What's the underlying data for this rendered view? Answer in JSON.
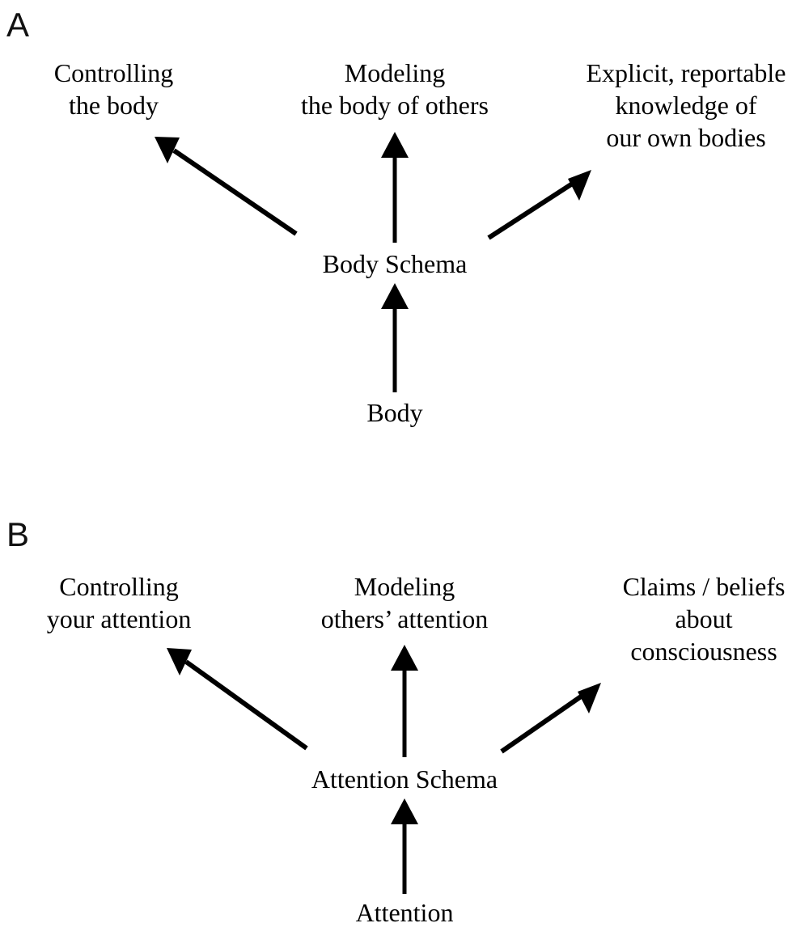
{
  "figure": {
    "background_color": "#ffffff",
    "stroke_color": "#000000",
    "text_color": "#000000"
  },
  "panels": [
    {
      "label": "A",
      "root": "Body",
      "schema": "Body Schema",
      "outputs": [
        "Controlling\nthe body",
        "Modeling\nthe body of others",
        "Explicit, reportable\nknowledge of\nour own bodies"
      ]
    },
    {
      "label": "B",
      "root": "Attention",
      "schema": "Attention Schema",
      "outputs": [
        "Controlling\nyour attention",
        "Modeling\nothers’ attention",
        "Claims / beliefs\nabout\nconsciousness"
      ]
    }
  ],
  "diagram_data": {
    "type": "diagram",
    "title": "Body Schema and Attention Schema analogy",
    "nodes": [
      {
        "id": "a-label",
        "text": "A"
      },
      {
        "id": "a-out-left",
        "text": "Controlling\nthe body"
      },
      {
        "id": "a-out-mid",
        "text": "Modeling\nthe body of others"
      },
      {
        "id": "a-out-right",
        "text": "Explicit, reportable\nknowledge of\nour own bodies"
      },
      {
        "id": "a-schema",
        "text": "Body Schema"
      },
      {
        "id": "a-root",
        "text": "Body"
      },
      {
        "id": "b-label",
        "text": "B"
      },
      {
        "id": "b-out-left",
        "text": "Controlling\nyour attention"
      },
      {
        "id": "b-out-mid",
        "text": "Modeling\nothers’ attention"
      },
      {
        "id": "b-out-right",
        "text": "Claims / beliefs\nabout\nconsciousness"
      },
      {
        "id": "b-schema",
        "text": "Attention Schema"
      },
      {
        "id": "b-root",
        "text": "Attention"
      }
    ],
    "edges": [
      {
        "from": "a-root",
        "to": "a-schema",
        "style": "solid-arrow"
      },
      {
        "from": "a-schema",
        "to": "a-out-left",
        "style": "solid-arrow"
      },
      {
        "from": "a-schema",
        "to": "a-out-mid",
        "style": "solid-arrow"
      },
      {
        "from": "a-schema",
        "to": "a-out-right",
        "style": "solid-arrow"
      },
      {
        "from": "b-root",
        "to": "b-schema",
        "style": "solid-arrow"
      },
      {
        "from": "b-schema",
        "to": "b-out-left",
        "style": "solid-arrow"
      },
      {
        "from": "b-schema",
        "to": "b-out-mid",
        "style": "solid-arrow"
      },
      {
        "from": "b-schema",
        "to": "b-out-right",
        "style": "solid-arrow"
      }
    ]
  }
}
